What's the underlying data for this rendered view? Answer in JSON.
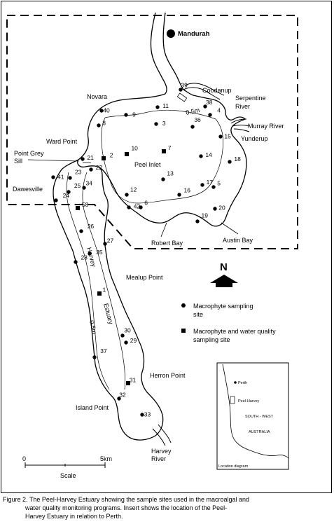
{
  "places": {
    "mandurah": "Mandurah",
    "novara": "Novara",
    "coodanup": "Coodanup",
    "serpentine_1": "Serpentine",
    "serpentine_2": "River",
    "murray_river": "Murray River",
    "yunderup": "Yunderup",
    "ward_point": "Ward Point",
    "point_grey_1": "Point Grey",
    "point_grey_2": "Sill",
    "dawesville": "Dawesville",
    "peel_inlet": "Peel Inlet",
    "robert_bay": "Robert Bay",
    "austin_bay": "Austin Bay",
    "harvey": "Harvey",
    "estuary": "Estuary",
    "mealup_point": "Mealup Point",
    "herron_point": "Herron Point",
    "island_point": "Island Point",
    "harvey_river_1": "Harvey",
    "harvey_river_2": "River",
    "depth_a": "0.5m",
    "depth_b": "0.5m"
  },
  "north_label": "N",
  "legend": {
    "macrophyte_1": "Macrophyte sampling",
    "macrophyte_2": "site",
    "both_1": "Macrophyte and water quality",
    "both_2": "sampling site"
  },
  "scale": {
    "zero": "0",
    "five": "5km",
    "label": "Scale"
  },
  "inset": {
    "perth": "Perth",
    "peel_harvey": "Peel-Harvey",
    "region": "SOUTH - WEST",
    "country": "AUSTRALIA",
    "caption": "Location diagram"
  },
  "sites_circle": [
    {
      "id": "3",
      "dx": 3.93,
      "dy": 3.79
    },
    {
      "id": "4",
      "dx": 5.24,
      "dy": -1.33
    },
    {
      "id": "5",
      "dx": 0.26,
      "dy": -0.75
    },
    {
      "id": "6",
      "dx": 0.29,
      "dy": -1.53
    },
    {
      "id": "8",
      "dx": 0.31,
      "dy": 1.29
    },
    {
      "id": "9",
      "dx": 4.08,
      "dy": 4.35
    },
    {
      "id": "11",
      "dx": 2.29,
      "dy": 3.04
    },
    {
      "id": "12",
      "dx": -0.11,
      "dy": -2.5
    },
    {
      "id": "13",
      "dx": 0.39,
      "dy": -3.33
    },
    {
      "id": "14",
      "dx": 1.32,
      "dy": 2.91
    },
    {
      "id": "15",
      "dx": 0.4,
      "dy": 4.42
    },
    {
      "id": "16",
      "dx": 1.48,
      "dy": -1.26
    },
    {
      "id": "17",
      "dx": 0.59,
      "dy": 0.76
    },
    {
      "id": "18",
      "dx": 1.38,
      "dy": 1.17
    },
    {
      "id": "19",
      "dx": 0.55,
      "dy": -3.71
    },
    {
      "id": "20",
      "dx": 0.28,
      "dy": 3.41
    },
    {
      "id": "21",
      "dx": 1.42,
      "dy": 3.1
    },
    {
      "id": "22",
      "dx": 1.62,
      "dy": 2.22
    },
    {
      "id": "23",
      "dx": 2.01,
      "dy": -3.39
    },
    {
      "id": "24",
      "dx": 4.57,
      "dy": -2.23
    },
    {
      "id": "25",
      "dx": 2.93,
      "dy": -4.01
    },
    {
      "id": "26",
      "dx": 3.69,
      "dy": -2.06
    },
    {
      "id": "27",
      "dx": -2.22,
      "dy": 0.41
    },
    {
      "id": "28",
      "dx": 2.46,
      "dy": -1.64
    },
    {
      "id": "29",
      "dx": 0.79,
      "dy": 2.11
    },
    {
      "id": "30",
      "dx": -2.72,
      "dy": -2.3
    },
    {
      "id": "32",
      "dx": -4.76,
      "dy": -0.28
    },
    {
      "id": "33",
      "dx": -2.27,
      "dy": 4.35
    },
    {
      "id": "34",
      "dx": -2.56,
      "dy": -1.31
    },
    {
      "id": "35",
      "dx": 4.14,
      "dy": 3.19
    },
    {
      "id": "36",
      "dx": -2.68,
      "dy": -4.79
    },
    {
      "id": "37",
      "dx": 3.27,
      "dy": -3.79
    },
    {
      "id": "38",
      "dx": -3.98,
      "dy": -0.77
    },
    {
      "id": "39",
      "dx": -4.65,
      "dy": -1.29
    },
    {
      "id": "40",
      "dx": -2.68,
      "dy": 4.59
    },
    {
      "id": "41",
      "dx": 1.04,
      "dy": 4.62
    },
    {
      "id": "42",
      "dx": 1.8,
      "dy": 3.46
    }
  ],
  "sites_square": [
    {
      "id": "1",
      "dx": -0.46,
      "dy": -0.39
    },
    {
      "id": "2",
      "dx": 3.79,
      "dy": 0.61
    },
    {
      "id": "7",
      "dx": 0.9,
      "dy": 0.08
    },
    {
      "id": "10",
      "dx": 1.45,
      "dy": -3.49
    },
    {
      "id": "31",
      "dx": -3.25,
      "dy": 0.6
    },
    {
      "id": "58",
      "dx": 0.93,
      "dy": -0.21
    }
  ],
  "caption": {
    "line1": "Figure 2. The Peel-Harvey Estuary showing the sample sites used in the macroalgal and",
    "line2": "water quality monitoring programs.  Insert shows the location of  the Peel-",
    "line3": "Harvey Estuary  in relation to Perth."
  }
}
